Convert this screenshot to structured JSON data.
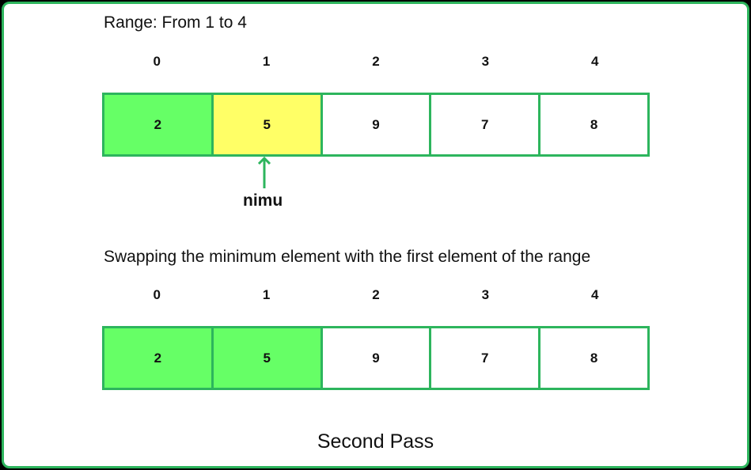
{
  "texts": {
    "range_caption": "Range: From 1 to 4",
    "swap_caption": "Swapping the minimum element with the first element of the range",
    "pass_caption": "Second Pass",
    "min_marker_label": "nimu"
  },
  "indices": [
    "0",
    "1",
    "2",
    "3",
    "4"
  ],
  "colors": {
    "border": "#2db55d",
    "sorted": "#66ff66",
    "current_min": "#ffff66",
    "unsorted": "#ffffff"
  },
  "arrays": {
    "before": [
      {
        "value": "2",
        "state": "sorted"
      },
      {
        "value": "5",
        "state": "current_min"
      },
      {
        "value": "9",
        "state": "unsorted"
      },
      {
        "value": "7",
        "state": "unsorted"
      },
      {
        "value": "8",
        "state": "unsorted"
      }
    ],
    "after": [
      {
        "value": "2",
        "state": "sorted"
      },
      {
        "value": "5",
        "state": "sorted"
      },
      {
        "value": "9",
        "state": "unsorted"
      },
      {
        "value": "7",
        "state": "unsorted"
      },
      {
        "value": "8",
        "state": "unsorted"
      }
    ]
  }
}
